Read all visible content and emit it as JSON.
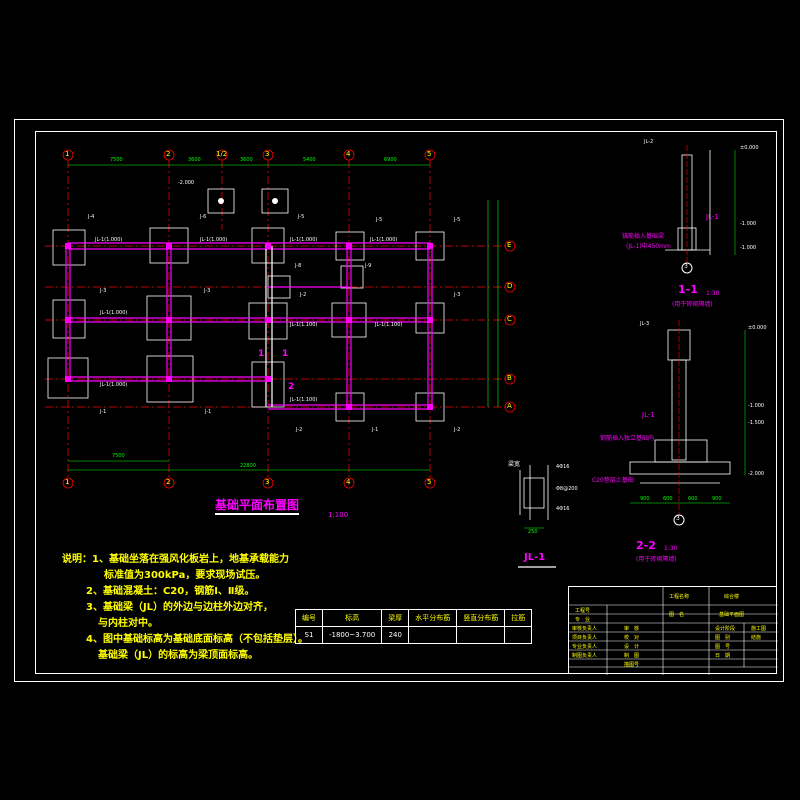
{
  "plan": {
    "title": "基础平面布置图",
    "scale": "1:100",
    "axes_top": [
      "1",
      "2",
      "1/2",
      "3",
      "4",
      "5"
    ],
    "axes_bottom": [
      "1",
      "2",
      "3",
      "4",
      "5"
    ],
    "axes_right": [
      "E",
      "D",
      "C",
      "B",
      "A"
    ],
    "dim_top": [
      "7500",
      "3600",
      "3600",
      "5400",
      "6900"
    ],
    "dim_total": "22800",
    "dim_bottom_first": "7500",
    "beam_labels": [
      "JL-1(1.000)",
      "JL-1(1.000)",
      "JL-1(1.000)",
      "JL-1(1.000)",
      "JL-1(1.000)",
      "JL-1(1.100)",
      "JL-1(1.100)",
      "JL-1(1.100)",
      "JL-1(1.000)"
    ],
    "footing_labels": [
      "J-4",
      "J-6",
      "J-5",
      "J-5",
      "J-5",
      "J-3",
      "J-3",
      "J-2",
      "J-1",
      "J-1",
      "J-1",
      "J-2",
      "J-2",
      "J-3",
      "J-8",
      "J-9"
    ],
    "elev_label": "-2.000",
    "section_marks": [
      "1",
      "1",
      "2"
    ]
  },
  "section_11": {
    "title": "1-1",
    "scale": "1:30",
    "note": "(用于砖砌隔墙)",
    "beam": "JL-2",
    "label2": "JL-1",
    "anchor_note": "锚筋插入基础梁",
    "anchor_note2": "(JL-1)中450mm",
    "elev_top": "±0.000",
    "elev_1": "-1.000",
    "elev_2": "-1.000",
    "axis": "3"
  },
  "section_22": {
    "title": "2-2",
    "scale": "1:30",
    "note": "(用于砖砌隔墙)",
    "beam": "JL-3",
    "label2": "JL-1",
    "anchor_note": "钢筋插入独立基础内",
    "pad_note": "C20垫层土基础",
    "elev_top": "±0.000",
    "elev_1": "-1.000",
    "elev_2": "-1.500",
    "elev_3": "-2.000",
    "axis": "3",
    "dims": [
      "900",
      "600",
      "600",
      "900"
    ]
  },
  "jl1": {
    "title": "JL-1",
    "label": "梁宽",
    "rebar_top": "4Φ16",
    "rebar_bot": "4Φ16",
    "stirrup": "Φ8@200",
    "width": "250"
  },
  "notes": [
    "说明：1、基础坐落在强风化板岩上，地基承载能力",
    "标准值为300kPa，要求现场试压。",
    "2、基础混凝土：C20，钢筋Ⅰ、Ⅱ级。",
    "3、基础梁（JL）的外边与边柱外边对齐，",
    "与内柱对中。",
    "4、图中基础标高为基础底面标高（不包括垫层）。",
    "基础梁（JL）的标高为梁顶面标高。"
  ],
  "beam_table": {
    "headers": [
      "编号",
      "标高",
      "梁厚",
      "水平分布筋",
      "竖直分布筋",
      "拉筋"
    ],
    "rows": [
      [
        "S1",
        "-1800~3.700",
        "240",
        "",
        "",
        ""
      ]
    ]
  },
  "title_block": {
    "project_label": "工程名称",
    "project_value": "综合楼",
    "drawing_label": "图　名",
    "drawing_value": "基础平面图",
    "rows": [
      [
        "工程号",
        "",
        "",
        "",
        "",
        ""
      ],
      [
        "专　业",
        "",
        "",
        "",
        "",
        ""
      ],
      [
        "审核负责人",
        "审　核",
        "",
        "设计阶段",
        "施工图",
        ""
      ],
      [
        "项目负责人",
        "校　对",
        "",
        "图　别",
        "结施",
        ""
      ],
      [
        "专业负责人",
        "设　计",
        "",
        "图　号",
        "",
        ""
      ],
      [
        "制图负责人",
        "制　图",
        "",
        "日　期",
        "",
        ""
      ],
      [
        "",
        "描图号",
        "",
        "",
        "",
        ""
      ]
    ]
  },
  "colors": {
    "background": "#000000",
    "grid": "#ff0000",
    "beam": "#ff00ff",
    "outline": "#ffffff",
    "text": "#ffff00",
    "label": "#ff00ff"
  }
}
